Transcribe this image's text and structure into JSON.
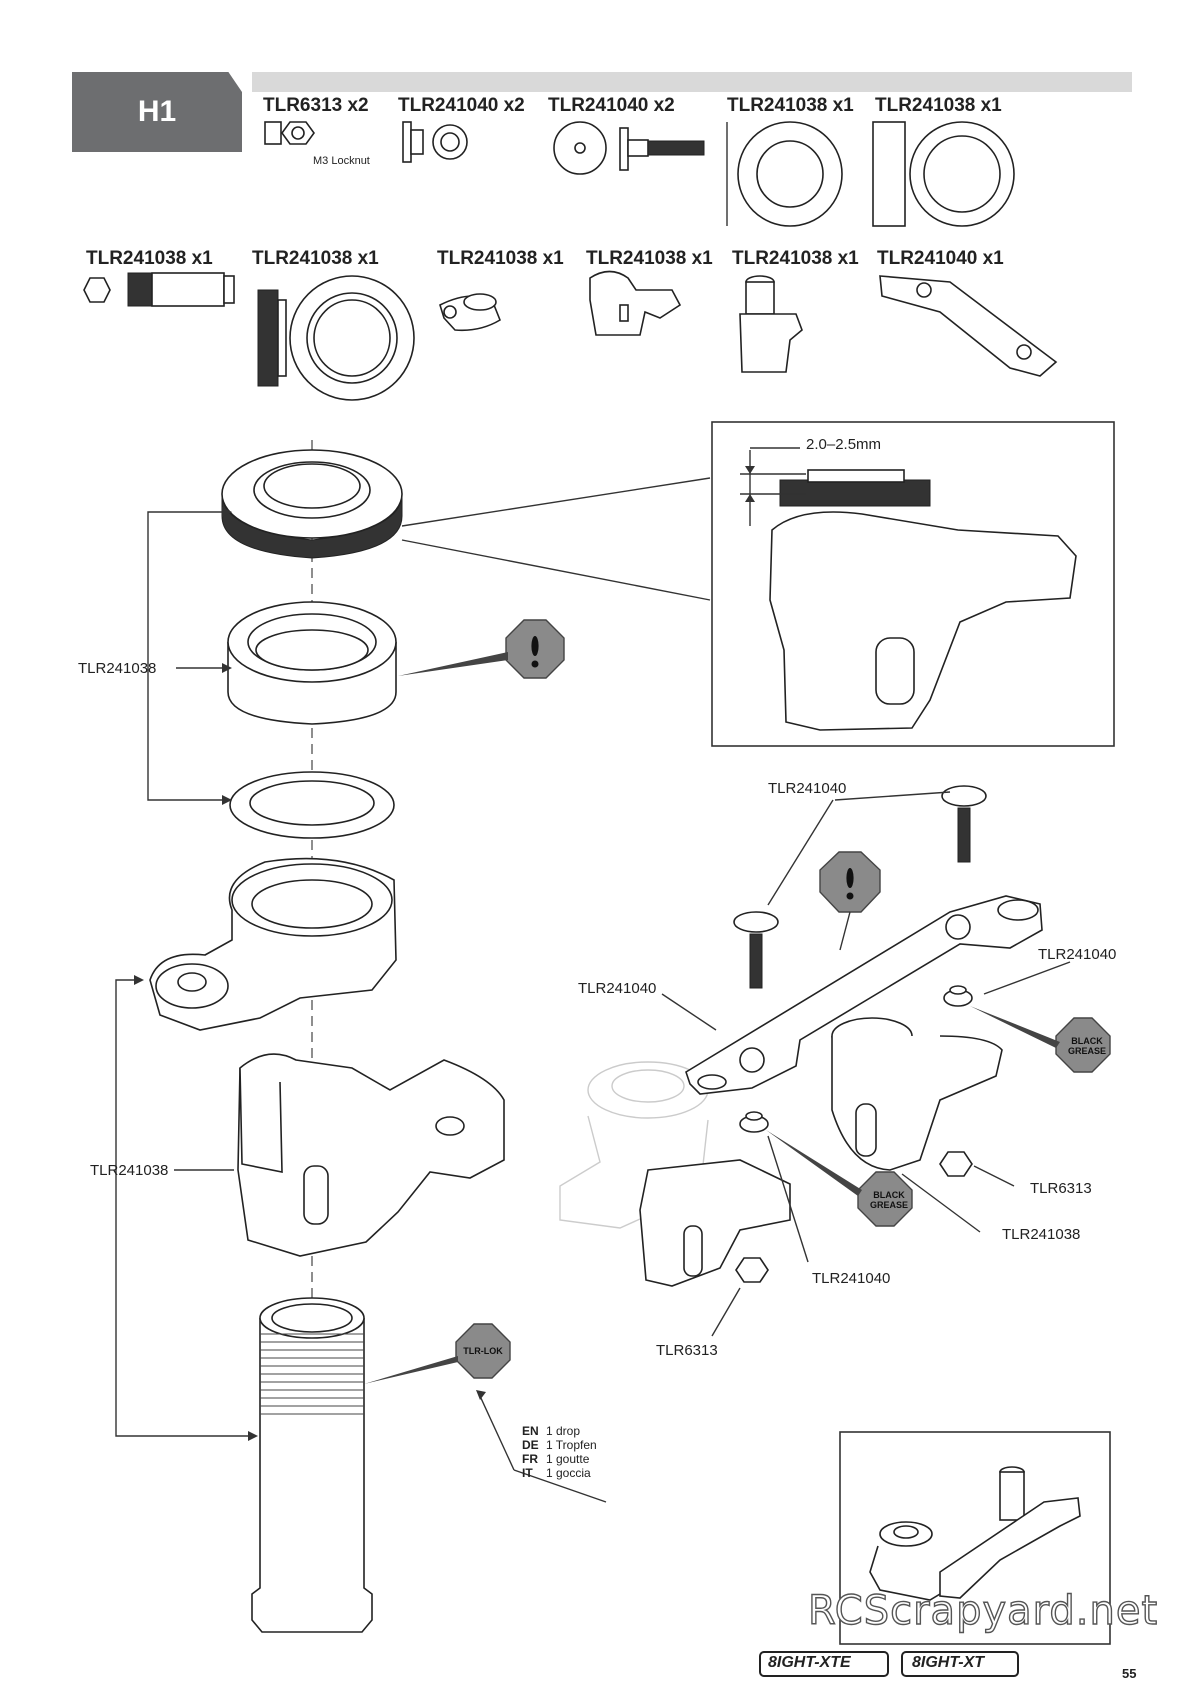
{
  "step": {
    "label": "H1"
  },
  "parts_row1": [
    {
      "part": "TLR6313 x2",
      "note": "M3 Locknut"
    },
    {
      "part": "TLR241040 x2"
    },
    {
      "part": "TLR241040 x2"
    },
    {
      "part": "TLR241038 x1"
    },
    {
      "part": "TLR241038 x1"
    }
  ],
  "parts_row2": [
    {
      "part": "TLR241038 x1"
    },
    {
      "part": "TLR241038 x1"
    },
    {
      "part": "TLR241038 x1"
    },
    {
      "part": "TLR241038 x1"
    },
    {
      "part": "TLR241038 x1"
    },
    {
      "part": "TLR241040 x1"
    }
  ],
  "callouts": {
    "left_ring": "TLR241038",
    "left_bearing": "TLR241038",
    "inset_gap": "2.0–2.5mm",
    "rt_screw": "TLR241040",
    "rt_bar": "TLR241040",
    "rt_spacer": "TLR241040",
    "rt_spacer2": "TLR241040",
    "rt_nut": "TLR6313",
    "rt_nut2": "TLR6313",
    "rt_carrier": "TLR241038"
  },
  "badges": {
    "black_grease": "BLACK GREASE",
    "tlr_lok": "TLR-LOK"
  },
  "tlr_lok_amount": [
    {
      "lang": "EN",
      "text": "1 drop"
    },
    {
      "lang": "DE",
      "text": "1 Tropfen"
    },
    {
      "lang": "FR",
      "text": "1 goutte"
    },
    {
      "lang": "IT",
      "text": "1 goccia"
    }
  ],
  "footer": {
    "watermark": "RCScrapyard.net",
    "brand_left": "8IGHT-XTE",
    "brand_right": "8IGHT-XT",
    "page_number": "55"
  }
}
